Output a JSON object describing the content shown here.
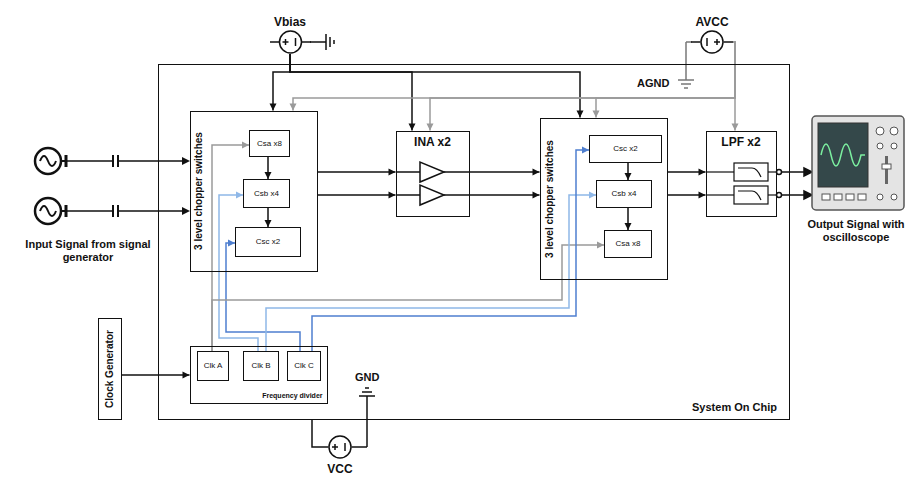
{
  "diagram": {
    "nodes": [
      {
        "text": [
          "System On Chip"
        ]
      },
      {
        "text": [
          "3 level chopper switches"
        ],
        "in": 0
      },
      {
        "text": [
          "Csa x8"
        ],
        "in": 1
      },
      {
        "text": [
          "Csb x4"
        ],
        "in": 1
      },
      {
        "text": [
          "Csc x2"
        ],
        "in": 1
      },
      {
        "text": [
          "INA x2"
        ],
        "in": 0
      },
      {
        "text": [
          "3 level chopper switches"
        ],
        "in": 0
      },
      {
        "text": [
          "Csc x2"
        ],
        "in": 6
      },
      {
        "text": [
          "Csb x4"
        ],
        "in": 6
      },
      {
        "text": [
          "Csa x8"
        ],
        "in": 6
      },
      {
        "text": [
          "LPF x2"
        ],
        "in": 0
      },
      {
        "text": [
          "Frequency divider"
        ],
        "in": 0
      },
      {
        "text": [
          "Clk A"
        ],
        "in": 11
      },
      {
        "text": [
          "Clk B"
        ],
        "in": 11
      },
      {
        "text": [
          "Clk C"
        ],
        "in": 11
      },
      {
        "text": [
          "Clock Generator"
        ]
      },
      {
        "text": [
          "Vbias"
        ]
      },
      {
        "text": [
          "AVCC"
        ]
      },
      {
        "text": [
          "VCC"
        ]
      }
    ],
    "edges": [
      {
        "from": 15,
        "to": 11,
        "arrow": "to"
      },
      {
        "from": 2,
        "to": 3,
        "arrow": "to"
      },
      {
        "from": 3,
        "to": 4,
        "arrow": "to"
      },
      {
        "from": 1,
        "to": 5,
        "arrow": "to"
      },
      {
        "from": 1,
        "to": 5,
        "arrow": "to"
      },
      {
        "from": 5,
        "to": 6,
        "arrow": "to"
      },
      {
        "from": 5,
        "to": 6,
        "arrow": "to"
      },
      {
        "from": 7,
        "to": 8,
        "arrow": "to"
      },
      {
        "from": 8,
        "to": 9,
        "arrow": "to"
      },
      {
        "from": 6,
        "to": 10,
        "arrow": "to"
      },
      {
        "from": 6,
        "to": 10,
        "arrow": "to"
      },
      {
        "from": 12,
        "to": 2,
        "arrow": "to"
      },
      {
        "from": 13,
        "to": 3,
        "arrow": "to"
      },
      {
        "from": 14,
        "to": 4,
        "arrow": "to"
      },
      {
        "from": 12,
        "to": 9,
        "arrow": "to"
      },
      {
        "from": 13,
        "to": 8,
        "arrow": "to"
      },
      {
        "from": 14,
        "to": 7,
        "arrow": "to"
      },
      {
        "from": 16,
        "to": 1,
        "arrow": "to"
      },
      {
        "from": 16,
        "to": 5,
        "arrow": "to"
      },
      {
        "from": 16,
        "to": 6,
        "arrow": "to"
      },
      {
        "from": 17,
        "to": 1,
        "arrow": "to"
      },
      {
        "from": 17,
        "to": 5,
        "arrow": "to"
      },
      {
        "from": 17,
        "to": 6,
        "arrow": "to"
      },
      {
        "from": 17,
        "to": 10,
        "arrow": "to"
      },
      {
        "from": 18,
        "to": 0,
        "arrow": "none"
      }
    ],
    "labels": [
      "Input Signal from signal generator",
      "Output Signal with oscilloscope",
      "AGND",
      "GND"
    ]
  }
}
